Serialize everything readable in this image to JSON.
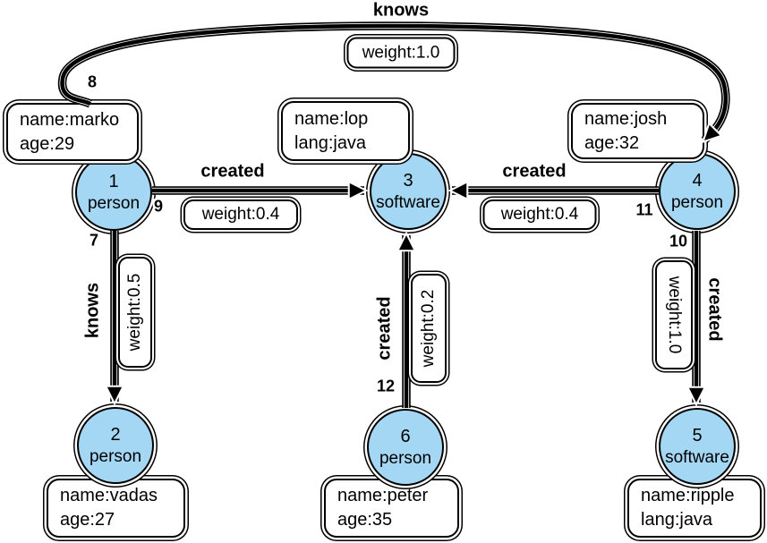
{
  "diagram": {
    "description": "Property graph with person and software vertices connected by knows and created edges"
  },
  "colors": {
    "node_fill": "#a4d7f4",
    "edge": "#000000",
    "box_bg": "#ffffff",
    "border": "#000000"
  },
  "nodes": [
    {
      "id": "1",
      "type": "person"
    },
    {
      "id": "2",
      "type": "person"
    },
    {
      "id": "3",
      "type": "software"
    },
    {
      "id": "4",
      "type": "person"
    },
    {
      "id": "5",
      "type": "software"
    },
    {
      "id": "6",
      "type": "person"
    }
  ],
  "property_boxes": [
    {
      "line1": "name:marko",
      "line2": "age:29"
    },
    {
      "line1": "name:lop",
      "line2": "lang:java"
    },
    {
      "line1": "name:josh",
      "line2": "age:32"
    },
    {
      "line1": "name:vadas",
      "line2": "age:27"
    },
    {
      "line1": "name:peter",
      "line2": "age:35"
    },
    {
      "line1": "name:ripple",
      "line2": "lang:java"
    }
  ],
  "edges": [
    {
      "id": "8",
      "label": "knows",
      "weight": "weight:1.0",
      "from": "1",
      "to": "4"
    },
    {
      "id": "9",
      "label": "created",
      "weight": "weight:0.4",
      "from": "1",
      "to": "3"
    },
    {
      "id": "7",
      "label": "knows",
      "weight": "weight:0.5",
      "from": "1",
      "to": "2"
    },
    {
      "id": "11",
      "label": "created",
      "weight": "weight:0.4",
      "from": "4",
      "to": "3"
    },
    {
      "id": "12",
      "label": "created",
      "weight": "weight:0.2",
      "from": "6",
      "to": "3"
    },
    {
      "id": "10",
      "label": "created",
      "weight": "weight:1.0",
      "from": "4",
      "to": "5"
    }
  ]
}
